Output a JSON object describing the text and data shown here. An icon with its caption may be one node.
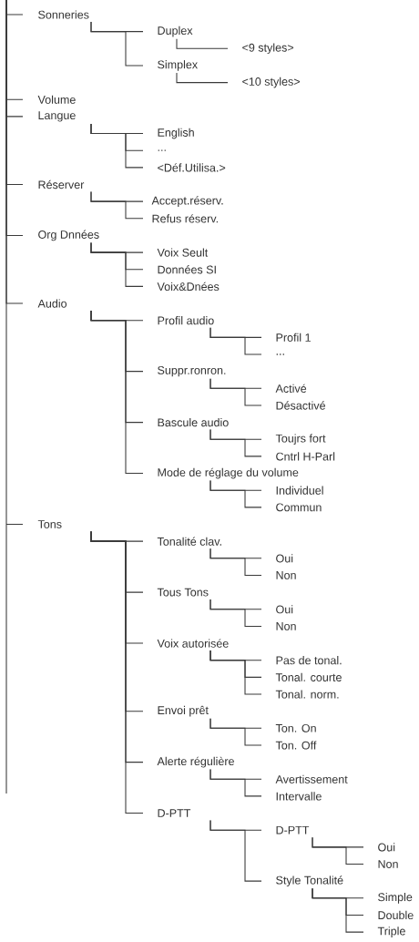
{
  "diagram": {
    "nodes": [
      {
        "text": [
          "Sonneries"
        ]
      },
      {
        "text": [
          "Duplex"
        ]
      },
      {
        "text": [
          "<9 styles>"
        ]
      },
      {
        "text": [
          "Simplex"
        ]
      },
      {
        "text": [
          "<10 styles>"
        ]
      },
      {
        "text": [
          "Volume"
        ]
      },
      {
        "text": [
          "Langue"
        ]
      },
      {
        "text": [
          "English"
        ]
      },
      {
        "text": [
          "..."
        ]
      },
      {
        "text": [
          "<Déf.Utilisa.>"
        ]
      },
      {
        "text": [
          "Réserver"
        ]
      },
      {
        "text": [
          "Accept.réserv."
        ]
      },
      {
        "text": [
          "Refus réserv."
        ]
      },
      {
        "text": [
          "Org Dnnées"
        ]
      },
      {
        "text": [
          "Voix Seult"
        ]
      },
      {
        "text": [
          "Données SI"
        ]
      },
      {
        "text": [
          "Voix&Dnées"
        ]
      },
      {
        "text": [
          "Audio"
        ]
      },
      {
        "text": [
          "Profil audio"
        ]
      },
      {
        "text": [
          "Profil 1"
        ]
      },
      {
        "text": [
          "..."
        ]
      },
      {
        "text": [
          "Suppr.ronron."
        ]
      },
      {
        "text": [
          "Activé"
        ]
      },
      {
        "text": [
          "Désactivé"
        ]
      },
      {
        "text": [
          "Bascule audio"
        ]
      },
      {
        "text": [
          "Toujrs fort"
        ]
      },
      {
        "text": [
          "Cntrl H-Parl"
        ]
      },
      {
        "text": [
          "Mode de réglage du volume"
        ]
      },
      {
        "text": [
          "Individuel"
        ]
      },
      {
        "text": [
          "Commun"
        ]
      },
      {
        "text": [
          "Tons"
        ]
      },
      {
        "text": [
          "Tonalité clav."
        ]
      },
      {
        "text": [
          "Oui"
        ]
      },
      {
        "text": [
          "Non"
        ]
      },
      {
        "text": [
          "Tous Tons"
        ]
      },
      {
        "text": [
          "Oui"
        ]
      },
      {
        "text": [
          "Non"
        ]
      },
      {
        "text": [
          "Voix autorisée"
        ]
      },
      {
        "text": [
          "Pas de tonal."
        ]
      },
      {
        "text": [
          "Tonal. courte"
        ]
      },
      {
        "text": [
          "Tonal. norm."
        ]
      },
      {
        "text": [
          "Envoi prêt"
        ]
      },
      {
        "text": [
          "Ton. On"
        ]
      },
      {
        "text": [
          "Ton. Off"
        ]
      },
      {
        "text": [
          "Alerte régulière"
        ]
      },
      {
        "text": [
          "Avertissement"
        ]
      },
      {
        "text": [
          "Intervalle"
        ]
      },
      {
        "text": [
          "D-PTT"
        ]
      },
      {
        "text": [
          "D-PTT"
        ]
      },
      {
        "text": [
          "Oui"
        ]
      },
      {
        "text": [
          "Non"
        ]
      },
      {
        "text": [
          "Style Tonalité"
        ]
      },
      {
        "text": [
          "Simple"
        ]
      },
      {
        "text": [
          "Double"
        ]
      },
      {
        "text": [
          "Triple"
        ]
      }
    ],
    "edges": [
      {
        "from": null,
        "to": 0,
        "arrow": "none"
      },
      {
        "from": null,
        "to": 5,
        "arrow": "none"
      },
      {
        "from": null,
        "to": 6,
        "arrow": "none"
      },
      {
        "from": null,
        "to": 10,
        "arrow": "none"
      },
      {
        "from": null,
        "to": 13,
        "arrow": "none"
      },
      {
        "from": null,
        "to": 17,
        "arrow": "none"
      },
      {
        "from": null,
        "to": 30,
        "arrow": "none"
      },
      {
        "from": 0,
        "to": 1,
        "arrow": "none"
      },
      {
        "from": 0,
        "to": 3,
        "arrow": "none"
      },
      {
        "from": 1,
        "to": 2,
        "arrow": "none"
      },
      {
        "from": 3,
        "to": 4,
        "arrow": "none"
      },
      {
        "from": 6,
        "to": 7,
        "arrow": "none"
      },
      {
        "from": 6,
        "to": 8,
        "arrow": "none"
      },
      {
        "from": 6,
        "to": 9,
        "arrow": "none"
      },
      {
        "from": 10,
        "to": 11,
        "arrow": "none"
      },
      {
        "from": 10,
        "to": 12,
        "arrow": "none"
      },
      {
        "from": 13,
        "to": 14,
        "arrow": "none"
      },
      {
        "from": 13,
        "to": 15,
        "arrow": "none"
      },
      {
        "from": 13,
        "to": 16,
        "arrow": "none"
      },
      {
        "from": 17,
        "to": 18,
        "arrow": "none"
      },
      {
        "from": 17,
        "to": 21,
        "arrow": "none"
      },
      {
        "from": 17,
        "to": 24,
        "arrow": "none"
      },
      {
        "from": 17,
        "to": 27,
        "arrow": "none"
      },
      {
        "from": 18,
        "to": 19,
        "arrow": "none"
      },
      {
        "from": 18,
        "to": 20,
        "arrow": "none"
      },
      {
        "from": 21,
        "to": 22,
        "arrow": "none"
      },
      {
        "from": 21,
        "to": 23,
        "arrow": "none"
      },
      {
        "from": 24,
        "to": 25,
        "arrow": "none"
      },
      {
        "from": 24,
        "to": 26,
        "arrow": "none"
      },
      {
        "from": 27,
        "to": 28,
        "arrow": "none"
      },
      {
        "from": 27,
        "to": 29,
        "arrow": "none"
      },
      {
        "from": 30,
        "to": 31,
        "arrow": "none"
      },
      {
        "from": 30,
        "to": 34,
        "arrow": "none"
      },
      {
        "from": 30,
        "to": 37,
        "arrow": "none"
      },
      {
        "from": 30,
        "to": 41,
        "arrow": "none"
      },
      {
        "from": 30,
        "to": 44,
        "arrow": "none"
      },
      {
        "from": 30,
        "to": 47,
        "arrow": "none"
      },
      {
        "from": 31,
        "to": 32,
        "arrow": "none"
      },
      {
        "from": 31,
        "to": 33,
        "arrow": "none"
      },
      {
        "from": 34,
        "to": 35,
        "arrow": "none"
      },
      {
        "from": 34,
        "to": 36,
        "arrow": "none"
      },
      {
        "from": 37,
        "to": 38,
        "arrow": "none"
      },
      {
        "from": 37,
        "to": 39,
        "arrow": "none"
      },
      {
        "from": 37,
        "to": 40,
        "arrow": "none"
      },
      {
        "from": 41,
        "to": 42,
        "arrow": "none"
      },
      {
        "from": 41,
        "to": 43,
        "arrow": "none"
      },
      {
        "from": 44,
        "to": 45,
        "arrow": "none"
      },
      {
        "from": 44,
        "to": 46,
        "arrow": "none"
      },
      {
        "from": 47,
        "to": 48,
        "arrow": "none"
      },
      {
        "from": 47,
        "to": 51,
        "arrow": "none"
      },
      {
        "from": 48,
        "to": 49,
        "arrow": "none"
      },
      {
        "from": 48,
        "to": 50,
        "arrow": "none"
      },
      {
        "from": 51,
        "to": 52,
        "arrow": "none"
      },
      {
        "from": 51,
        "to": 53,
        "arrow": "none"
      },
      {
        "from": 51,
        "to": 54,
        "arrow": "none"
      }
    ]
  }
}
